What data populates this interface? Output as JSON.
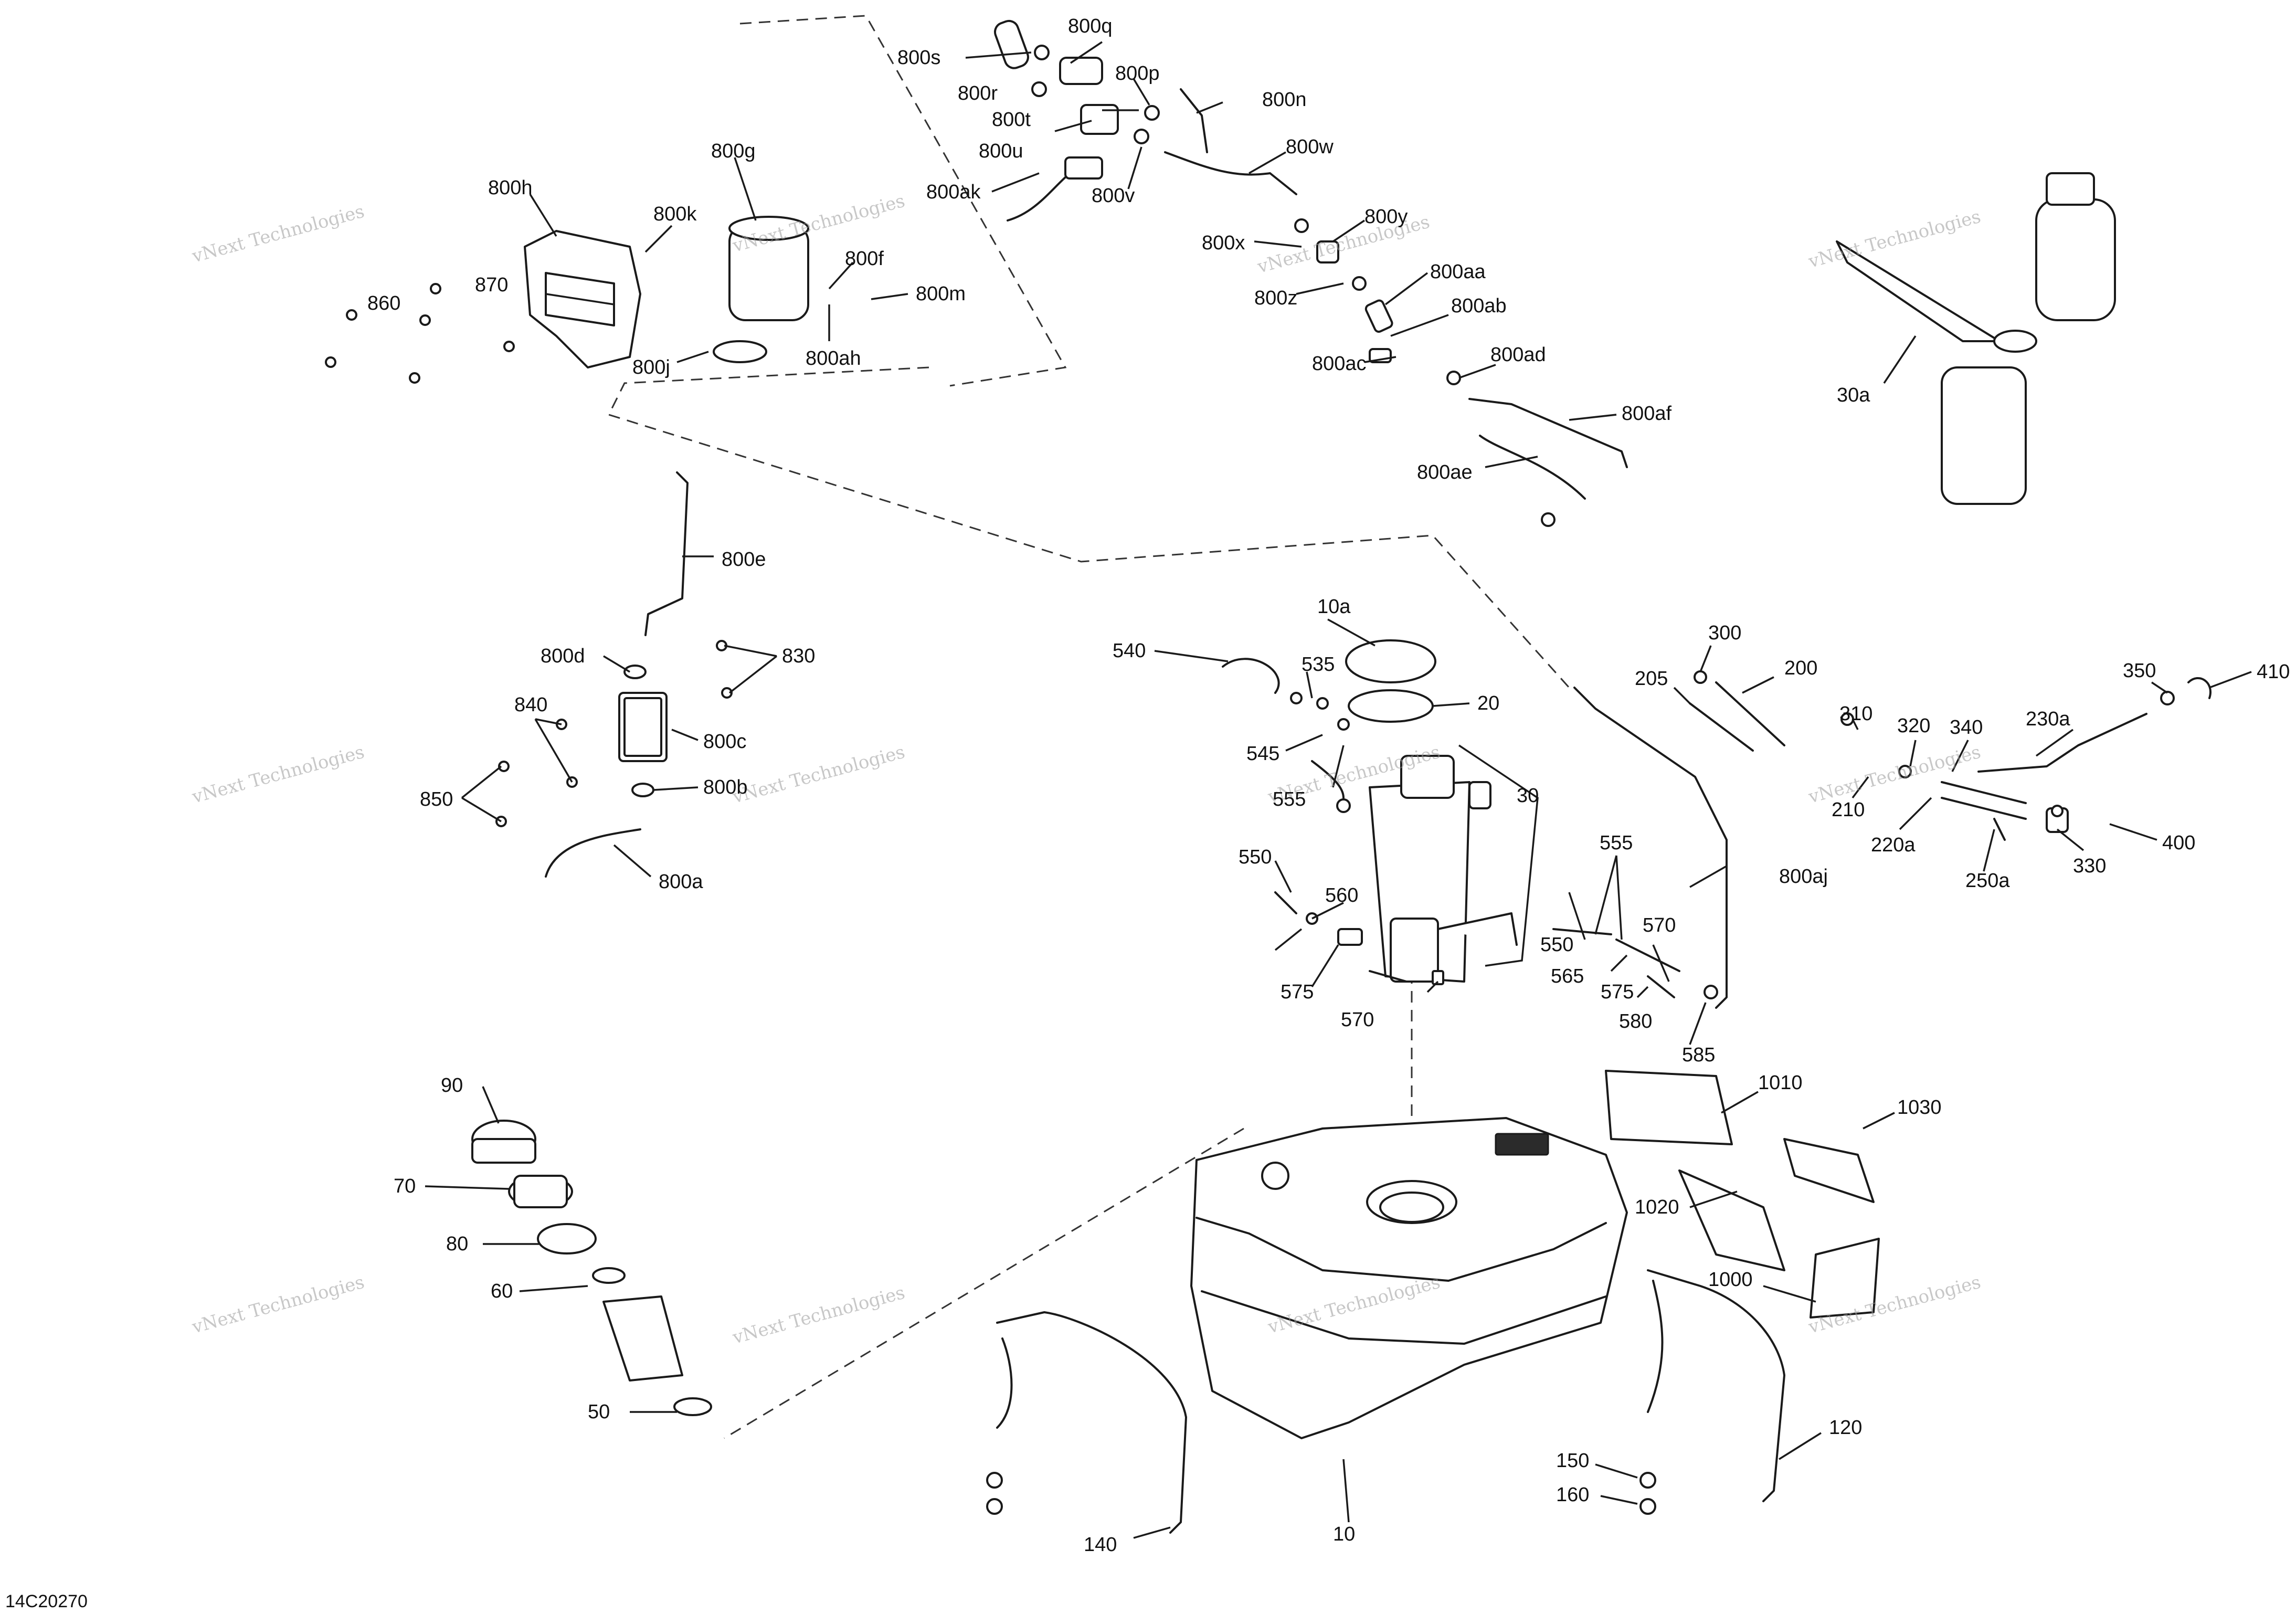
{
  "drawing_number": "14C20270",
  "watermark": "vNext Technologies",
  "callouts": [
    "800s",
    "800q",
    "800r",
    "800t",
    "800p",
    "800n",
    "800u",
    "800w",
    "800ak",
    "800v",
    "800g",
    "800h",
    "800k",
    "800y",
    "800x",
    "800aa",
    "800z",
    "800ab",
    "860",
    "870",
    "800f",
    "800m",
    "800ah",
    "800j",
    "800ac",
    "800ad",
    "800af",
    "800ae",
    "30a",
    "800e",
    "800d",
    "830",
    "840",
    "800c",
    "850",
    "800b",
    "800a",
    "10a",
    "540",
    "535",
    "20",
    "545",
    "555",
    "30",
    "550",
    "560",
    "575",
    "570",
    "300",
    "200",
    "205",
    "310",
    "320",
    "340",
    "230a",
    "350",
    "410",
    "210",
    "220a",
    "250a",
    "330",
    "400",
    "800aj",
    "565",
    "580",
    "585",
    "1010",
    "1030",
    "90",
    "70",
    "80",
    "60",
    "50",
    "1020",
    "1000",
    "140",
    "10",
    "150",
    "160",
    "120"
  ]
}
